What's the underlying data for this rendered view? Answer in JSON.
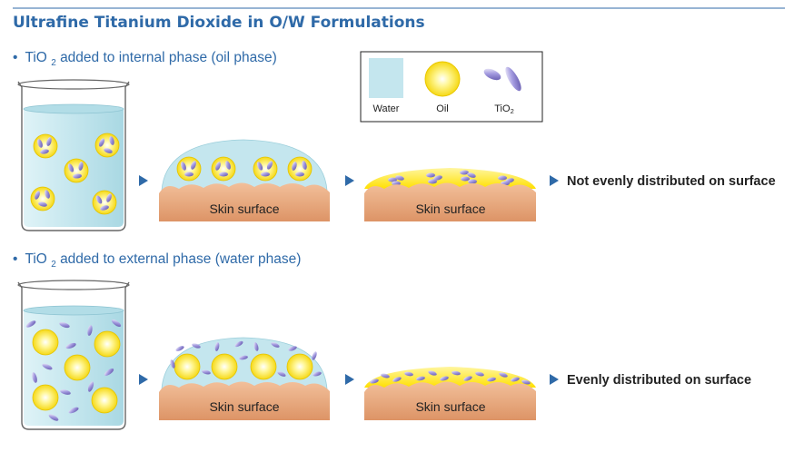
{
  "title": "Ultrafine Titanium Dioxide in O/W Formulations",
  "section1": {
    "bullet": "•",
    "text_before": "TiO",
    "subscript": "2",
    "text_after": " added to internal phase (oil phase)"
  },
  "section2": {
    "bullet": "•",
    "text_before": "TiO",
    "subscript": "2",
    "text_after": " added to external phase (water phase)"
  },
  "legend": {
    "water": "Water",
    "oil": "Oil",
    "tio2": "TiO",
    "tio2_sub": "2"
  },
  "skin_label": "Skin surface",
  "results": {
    "oil_phase": "Not evenly distributed on surface",
    "water_phase": "Evenly distributed on surface"
  },
  "colors": {
    "title": "#2f6aa8",
    "water": "#c4e6ee",
    "oil": "#ffe600",
    "tio2": "#7a6fc0",
    "skin": "#e6a47a",
    "arrow": "#2f6aa8"
  }
}
